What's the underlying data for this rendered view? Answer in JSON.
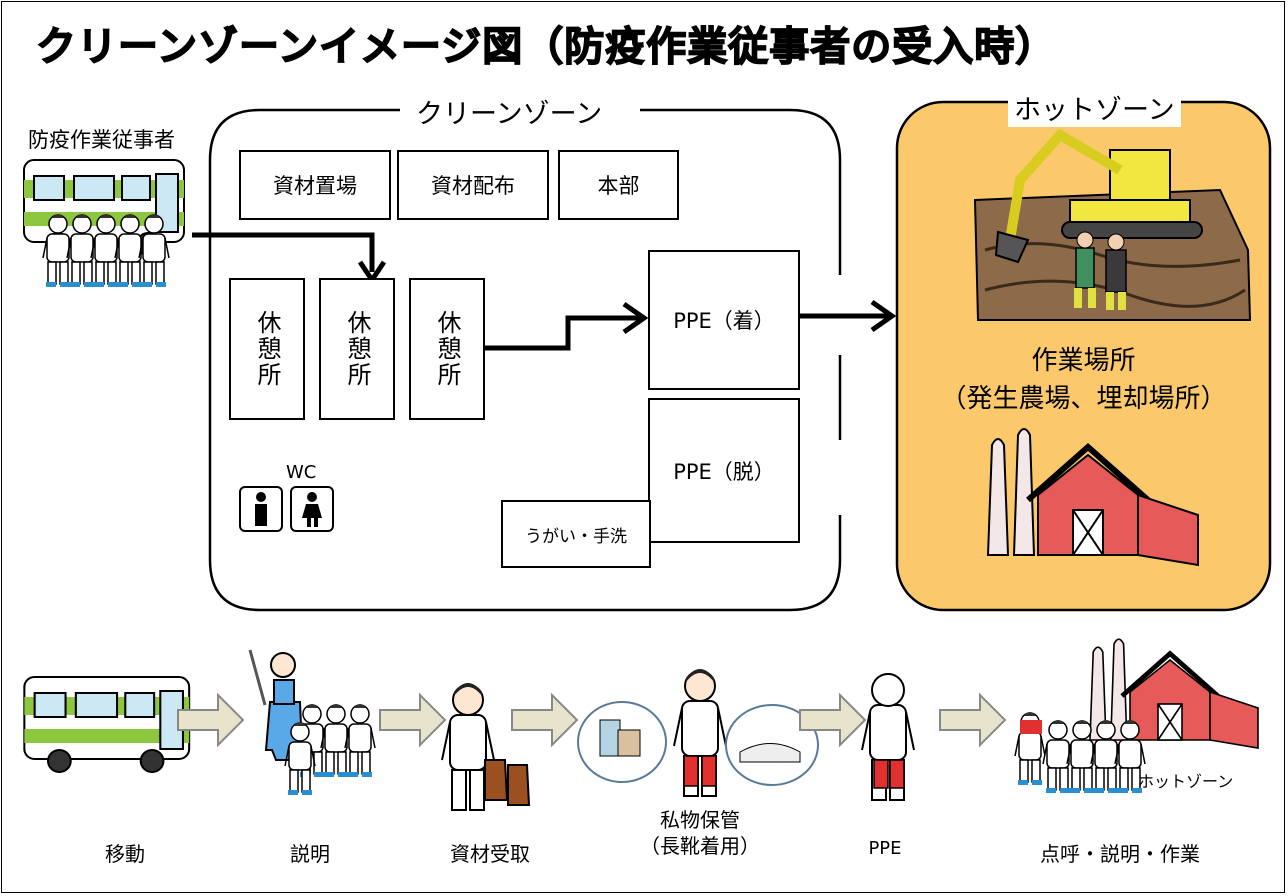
{
  "title": "クリーンゾーンイメージ図（防疫作業従事者の受入時）",
  "workers_label": "防疫作業従事者",
  "clean_zone": {
    "label": "クリーンゾーン",
    "top_boxes": [
      "資材置場",
      "資材配布",
      "本部"
    ],
    "rest_area": "休憩所",
    "ppe_on": "PPE（着）",
    "ppe_off": "PPE（脱）",
    "handwash": "うがい・手洗",
    "wc": "WC"
  },
  "hot_zone": {
    "label": "ホットゾーン",
    "work_site": "作業場所",
    "work_site_detail": "（発生農場、埋却場所）",
    "fill": "#fbc96b"
  },
  "flow": {
    "steps": [
      "移動",
      "説明",
      "資材受取",
      "私物保管",
      "PPE",
      "点呼・説明・作業"
    ],
    "storage_detail": "（長靴着用）",
    "hot_zone_tag": "ホットゾーン"
  },
  "colors": {
    "bus_green": "#8dc63f",
    "boot_red": "#e03030",
    "arrow_fill": "#e8e4cc"
  }
}
